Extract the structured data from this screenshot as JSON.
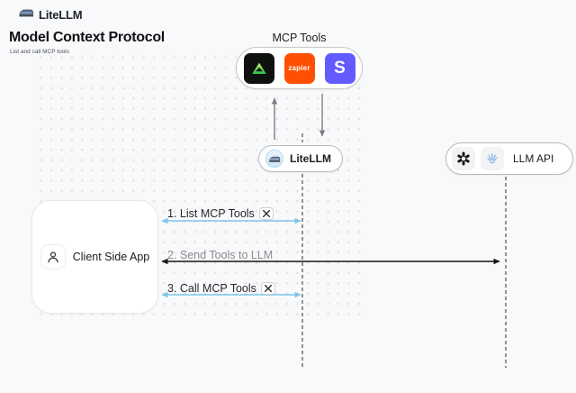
{
  "header": {
    "brand": "LiteLLM",
    "title": "Model Context Protocol",
    "subtitle": "List and call MCP tools"
  },
  "mcp_box": {
    "label": "MCP Tools",
    "tools": [
      {
        "name": "green-triangle-tool"
      },
      {
        "name": "zapier",
        "label": "zapier"
      },
      {
        "name": "stripe",
        "label": "S"
      }
    ]
  },
  "nodes": {
    "litellm": {
      "label": "LiteLLM"
    },
    "llm_api": {
      "label": "LLM API"
    },
    "client": {
      "label": "Client Side App"
    }
  },
  "sequence": {
    "steps": [
      {
        "label": "1. List MCP Tools",
        "has_tools_icon": true,
        "arrow_color": "#7dc6ea"
      },
      {
        "label": "2. Send Tools to LLM",
        "has_tools_icon": false,
        "arrow_color": "#161616"
      },
      {
        "label": "3. Call MCP Tools",
        "has_tools_icon": true,
        "arrow_color": "#7dc6ea"
      }
    ]
  },
  "colors": {
    "background": "#f8f9fa",
    "blue_arrow": "#7dc6ea",
    "black_arrow": "#161616",
    "gray_arrow": "#7e7f82",
    "lifeline": "#6f7073",
    "zapier_orange": "#ff4f00",
    "stripe_purple": "#635bff",
    "triangle_green": "#7ed957"
  }
}
